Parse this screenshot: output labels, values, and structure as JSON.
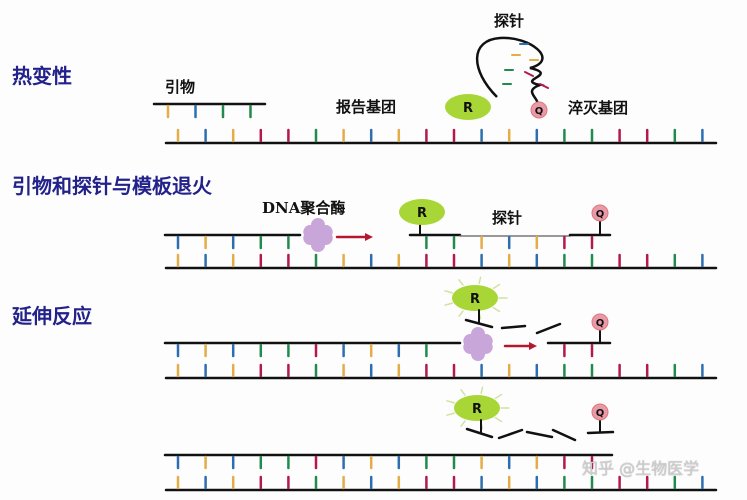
{
  "headings": {
    "denature": "热变性",
    "anneal": "引物和探针与模板退火",
    "extend": "延伸反应"
  },
  "labels": {
    "primer": "引物",
    "reporter": "报告基团",
    "probe_top": "探针",
    "quencher": "淬灭基团",
    "polymerase": "DNA聚合酶",
    "probe_mid": "探针",
    "reporter_letter": "R",
    "quencher_letter": "Q"
  },
  "watermark": "知乎 @生物医学",
  "colors": {
    "A": "#e3ad48",
    "T": "#2f6eae",
    "G": "#238a4e",
    "C": "#b3194c",
    "heading": "#22228a",
    "reporter": "#a8d636",
    "quencher": "#e89aa8",
    "enzyme": "#c9a6d9",
    "arrow": "#b3192e"
  },
  "template_sequence": [
    "A",
    "T",
    "A",
    "C",
    "C",
    "G",
    "A",
    "T",
    "A",
    "C",
    "C",
    "T",
    "A",
    "T",
    "G",
    "G",
    "C",
    "C",
    "G",
    "T"
  ]
}
